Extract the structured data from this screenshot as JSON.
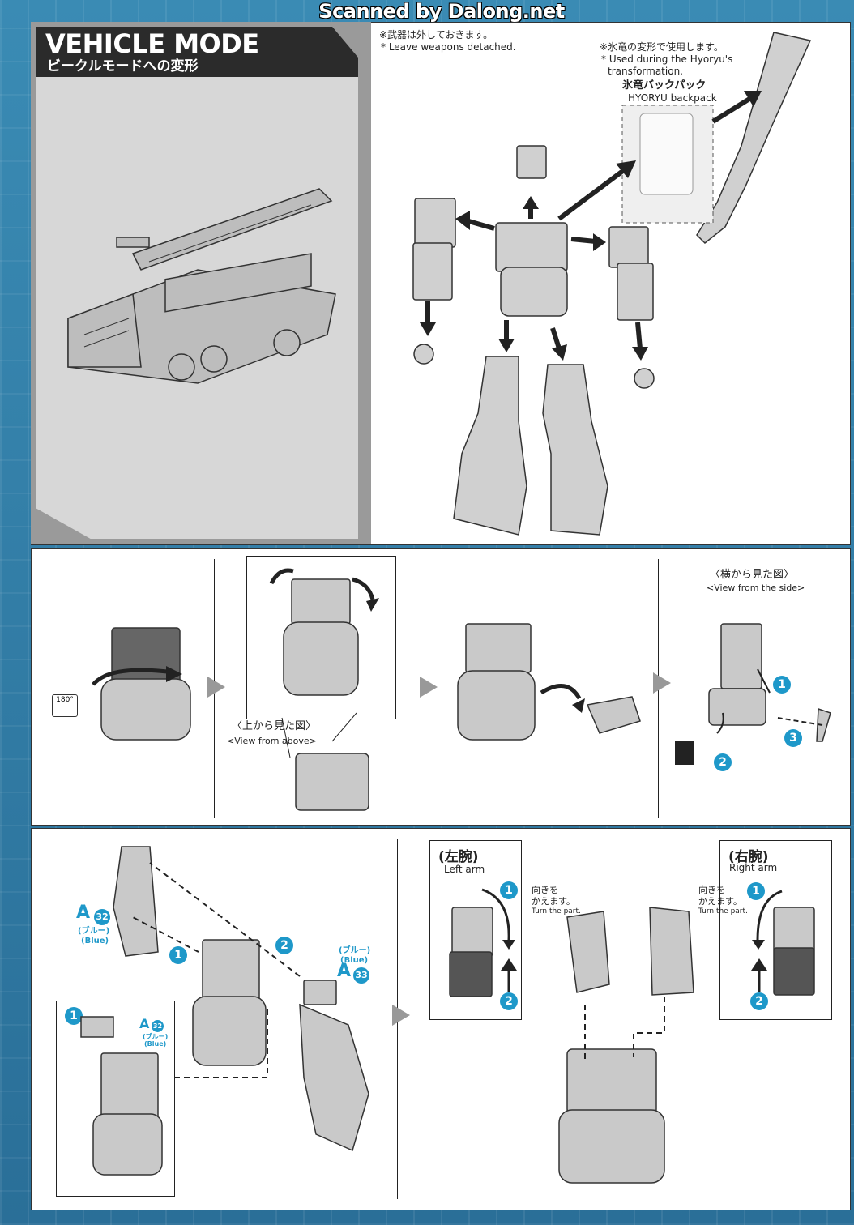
{
  "scan_credit": "Scanned by Dalong.net",
  "vehicle_mode": {
    "title": "VEHICLE MODE",
    "subtitle": "ビークルモードへの変形"
  },
  "top": {
    "note_weapons_jp": "※武器は外しておきます。",
    "note_weapons_en": "* Leave weapons detached.",
    "note_hyoryu_jp": "※氷竜の変形で使用します。",
    "note_hyoryu_en1": "* Used during the Hyoryu's",
    "note_hyoryu_en2": "transformation.",
    "backpack_jp": "氷竜バックパック",
    "backpack_en": "HYORYU backpack"
  },
  "middle": {
    "rotate_label": "180°",
    "view_above_jp": "〈上から見た図〉",
    "view_above_en": "<View from above>",
    "view_side_jp": "〈横から見た図〉",
    "view_side_en": "<View from the side>",
    "steps": [
      "1",
      "2",
      "3"
    ]
  },
  "bottom": {
    "part_a32_letter": "A",
    "part_a32_num": "32",
    "part_a33_letter": "A",
    "part_a33_num": "33",
    "blue_jp": "(ブルー)",
    "blue_en": "(Blue)",
    "left_arm_jp": "(左腕)",
    "left_arm_en": "Left arm",
    "right_arm_jp": "(右腕)",
    "right_arm_en": "Right arm",
    "turn_jp1": "向きを",
    "turn_jp2": "かえます。",
    "turn_en": "Turn the part.",
    "steps": [
      "1",
      "2"
    ]
  }
}
